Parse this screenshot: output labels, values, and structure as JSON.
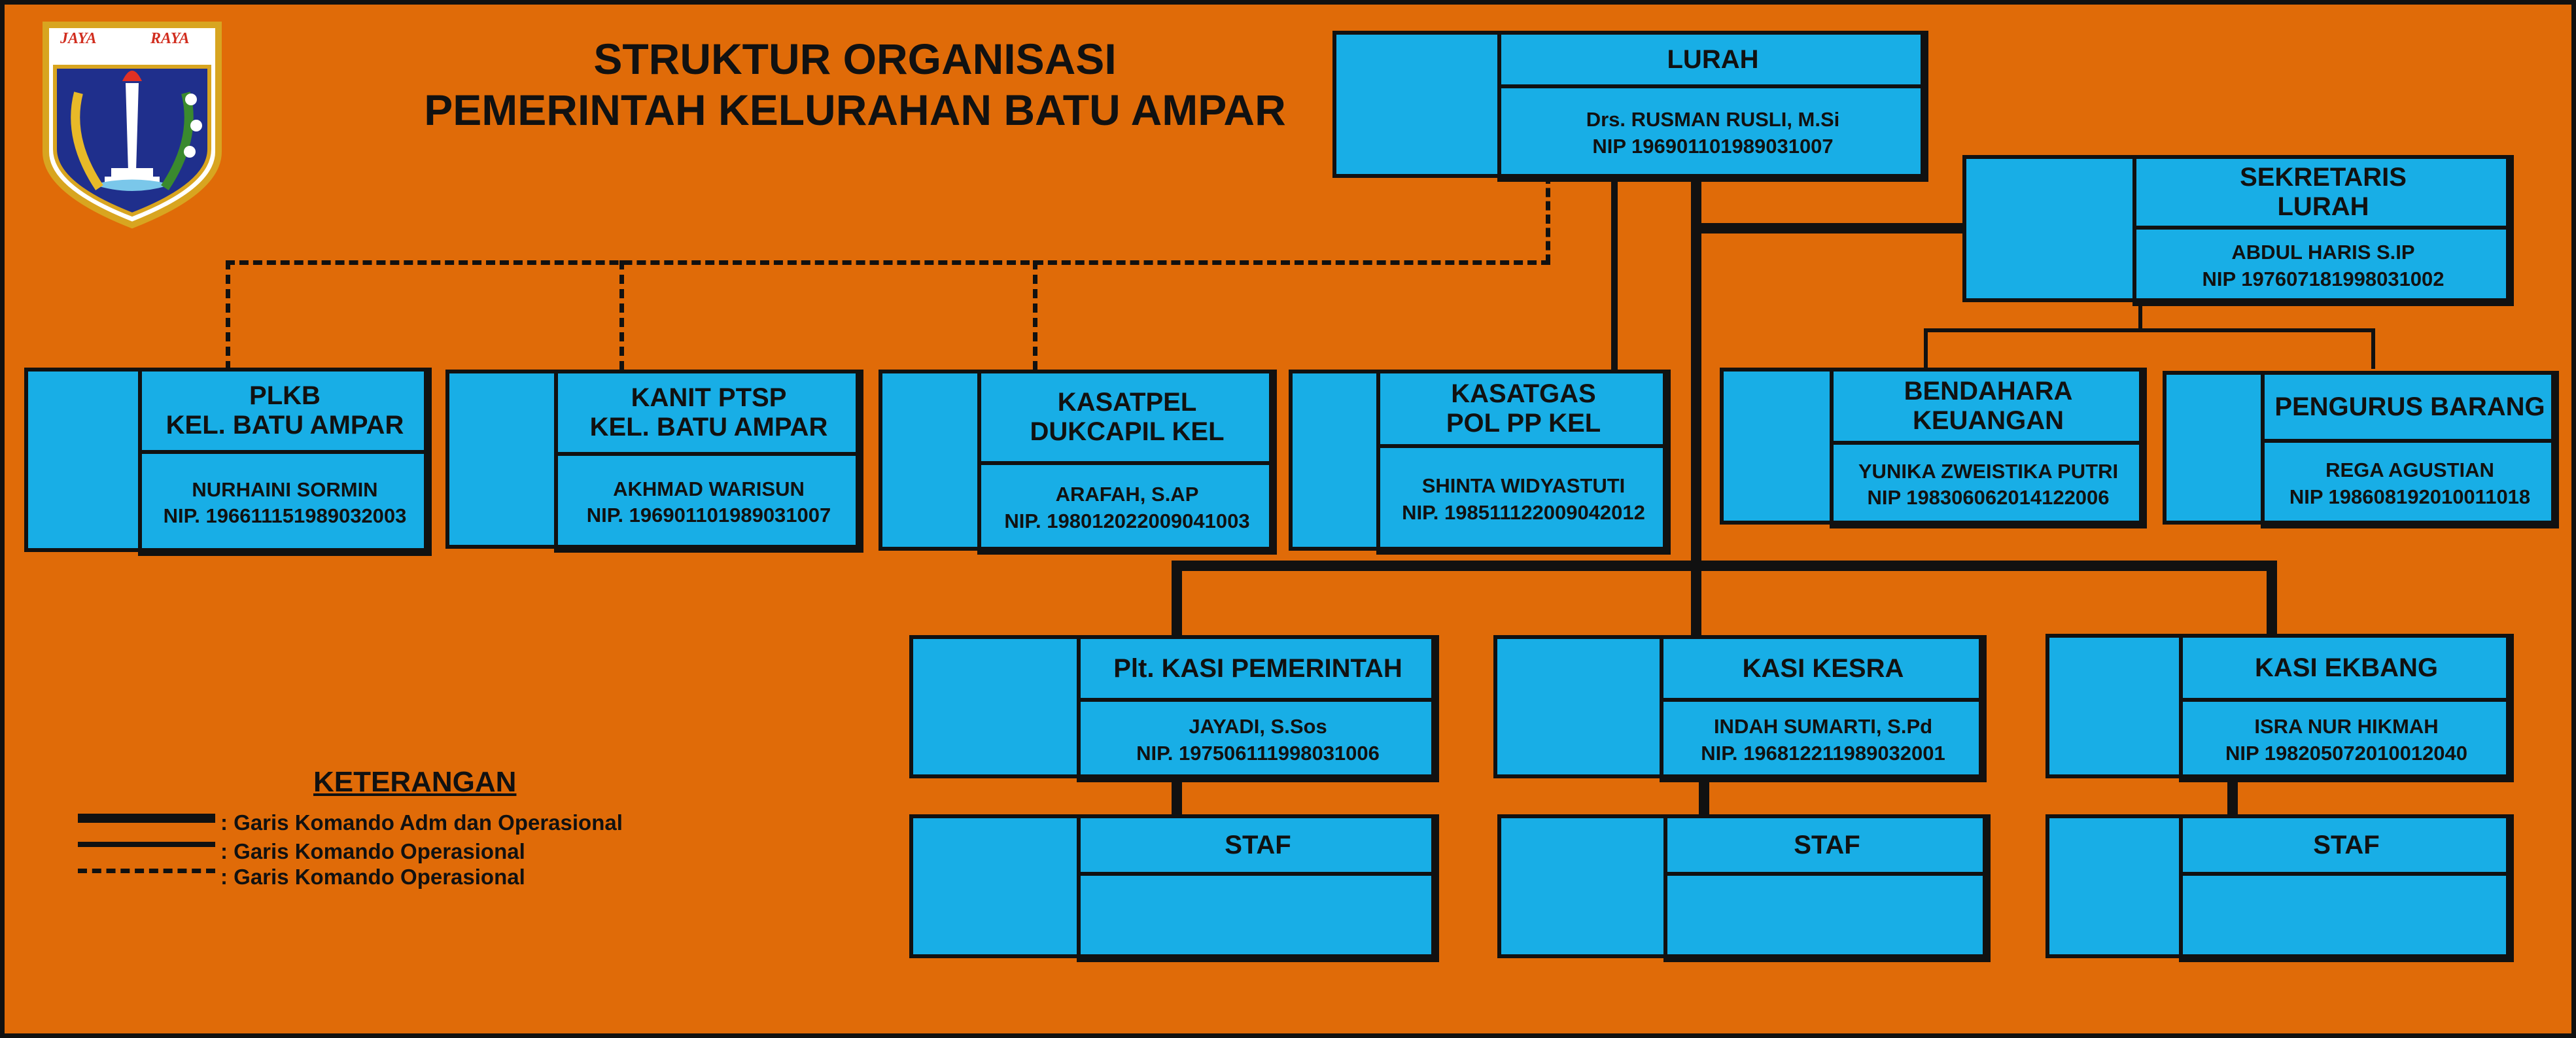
{
  "header": {
    "title_line1": "STRUKTUR ORGANISASI",
    "title_line2": "PEMERINTAH KELURAHAN BATU AMPAR"
  },
  "logo": {
    "left_text": "JAYA",
    "right_text": "RAYA",
    "icon": "jakarta-coat-of-arms"
  },
  "units": {
    "lurah": {
      "position": "LURAH",
      "name": "Drs. RUSMAN RUSLI, M.Si",
      "nip": "NIP 196901101989031007"
    },
    "sekretaris": {
      "position_l1": "SEKRETARIS",
      "position_l2": "LURAH",
      "name": "ABDUL HARIS S.IP",
      "nip": "NIP 197607181998031002"
    },
    "plkb": {
      "position_l1": "PLKB",
      "position_l2": "KEL. BATU AMPAR",
      "name": "NURHAINI SORMIN",
      "nip": "NIP. 196611151989032003"
    },
    "kanit_ptsp": {
      "position_l1": "KANIT PTSP",
      "position_l2": "KEL. BATU AMPAR",
      "name": "AKHMAD WARISUN",
      "nip": "NIP. 196901101989031007"
    },
    "kasatpel": {
      "position_l1": "KASATPEL",
      "position_l2": "DUKCAPIL KEL",
      "name": "ARAFAH, S.AP",
      "nip": "NIP. 198012022009041003"
    },
    "kasatgas": {
      "position_l1": "KASATGAS",
      "position_l2": "POL PP KEL",
      "name": "SHINTA WIDYASTUTI",
      "nip": "NIP. 198511122009042012"
    },
    "bendahara": {
      "position_l1": "BENDAHARA",
      "position_l2": "KEUANGAN",
      "name": "YUNIKA ZWEISTIKA PUTRI",
      "nip": "NIP 198306062014122006"
    },
    "pengurus_barang": {
      "position": "PENGURUS BARANG",
      "name": "REGA AGUSTIAN",
      "nip": "NIP 198608192010011018"
    },
    "kasi_pemerintah": {
      "position": "Plt. KASI PEMERINTAH",
      "name": "JAYADI, S.Sos",
      "nip": "NIP. 197506111998031006"
    },
    "kasi_kesra": {
      "position": "KASI KESRA",
      "name": "INDAH SUMARTI, S.Pd",
      "nip": "NIP. 196812211989032001"
    },
    "kasi_ekbang": {
      "position": "KASI EKBANG",
      "name": "ISRA NUR HIKMAH",
      "nip": "NIP 198205072010012040"
    },
    "staf_pemerintah": {
      "position": "STAF"
    },
    "staf_kesra": {
      "position": "STAF"
    },
    "staf_ekbang": {
      "position": "STAF"
    }
  },
  "legend": {
    "title": "KETERANGAN",
    "items": [
      {
        "style": "thick",
        "label": ":  Garis Komando Adm dan Operasional"
      },
      {
        "style": "thin",
        "label": ":  Garis Komando Operasional"
      },
      {
        "style": "dashed",
        "label": ":  Garis Komando Operasional"
      }
    ]
  },
  "colors": {
    "background": "#e06b08",
    "box": "#18aee6",
    "line": "#111111"
  }
}
